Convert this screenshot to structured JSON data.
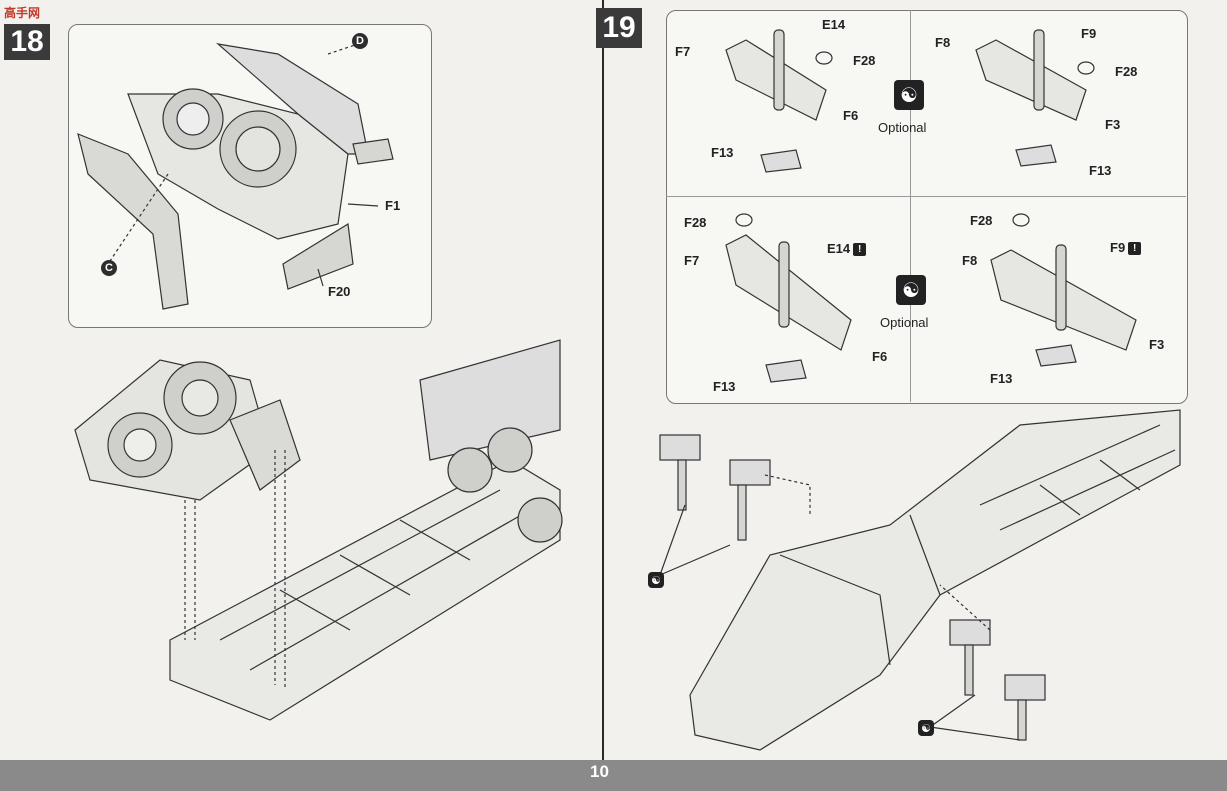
{
  "watermark": {
    "text": "高手网"
  },
  "left_page": {
    "step_number": "18",
    "callouts": {
      "c": "C",
      "d": "D"
    },
    "labels": {
      "f1": "F1",
      "f20": "F20"
    }
  },
  "right_page": {
    "step_number": "19",
    "top_left": {
      "e14": "E14",
      "f7": "F7",
      "f28": "F28",
      "f6": "F6",
      "f13": "F13"
    },
    "top_right": {
      "f9": "F9",
      "f8": "F8",
      "f28": "F28",
      "f3": "F3",
      "f13": "F13"
    },
    "bottom_left": {
      "f28": "F28",
      "e14": "E14",
      "f7": "F7",
      "f6": "F6",
      "f13": "F13"
    },
    "bottom_right": {
      "f28": "F28",
      "f9": "F9",
      "f8": "F8",
      "f3": "F3",
      "f13": "F13"
    },
    "optional_label": "Optional"
  },
  "footer": {
    "page_number": "10"
  }
}
